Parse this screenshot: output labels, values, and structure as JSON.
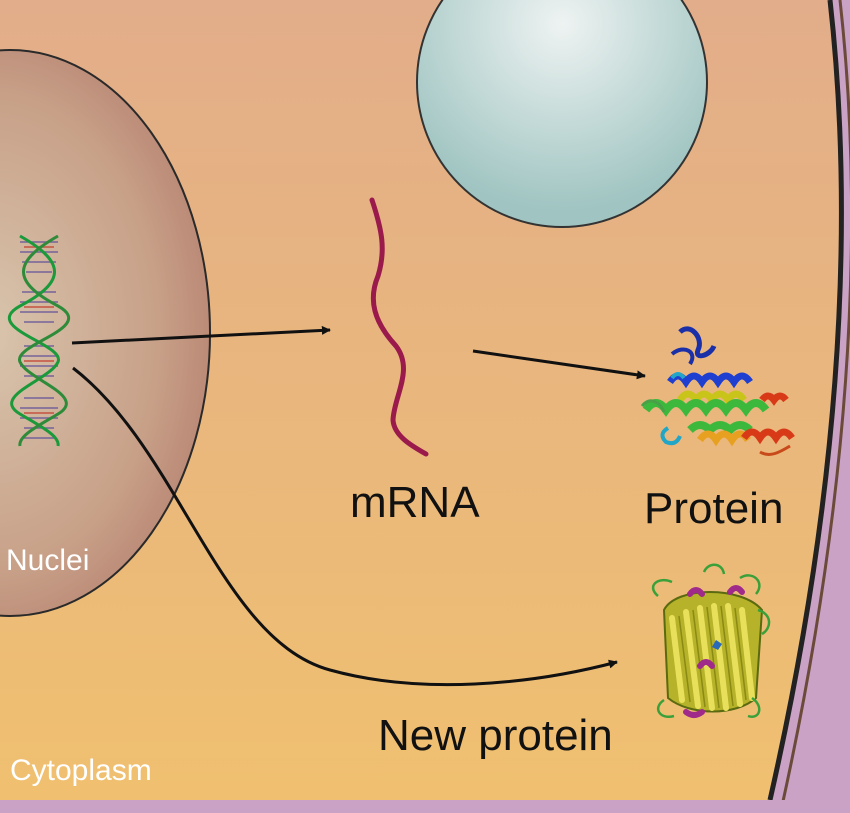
{
  "labels": {
    "mrna": "mRNA",
    "protein": "Protein",
    "new_protein": "New protein",
    "nuclei": "Nuclei",
    "cytoplasm": "Cytoplasm"
  },
  "colors": {
    "cytoplasm_top": "#e2ad8a",
    "cytoplasm_bottom": "#f0c070",
    "cell_border": "#222222",
    "outer_space": "#c9a2c6",
    "nucleus_center": "#d8c0a8",
    "nucleus_edge": "#b08070",
    "vacuole": "#a7ccc9",
    "mrna_strand": "#9a1a4c",
    "arrow": "#111111"
  }
}
